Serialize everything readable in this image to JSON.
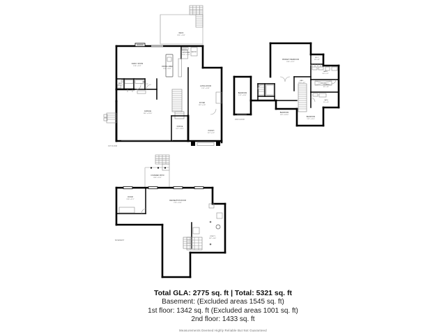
{
  "document": {
    "type": "real-estate-floor-plan-sheet",
    "background_color": "#ffffff",
    "line_color": "#000000"
  },
  "summary": {
    "total_line": "Total GLA: 2775 sq. ft  |  Total: 5321 sq. ft",
    "basement_line": "Basement: (Excluded areas 1545 sq. ft)",
    "first_floor_line": "1st floor: 1342 sq. ft (Excluded areas 1001 sq. ft)",
    "second_floor_line": "2nd floor: 1433 sq. ft",
    "disclaimer": "Measurements Deemed Highly Reliable But Not Guaranteed",
    "values": {
      "total_gla_sqft": 2775,
      "total_sqft": 5321,
      "basement_excluded_sqft": 1545,
      "first_floor_sqft": 1342,
      "first_floor_excluded_sqft": 1001,
      "second_floor_sqft": 1433
    }
  },
  "plans": {
    "first_floor": {
      "label": "1ST FLOOR",
      "rooms": [
        {
          "name": "DECK",
          "dim": "26'4\" x 14'6\""
        },
        {
          "name": "FAMILY ROOM",
          "dim": "19'8\" x 15'2\""
        },
        {
          "name": "DINING AREA",
          "dim": "15'0\" x 10'2\""
        },
        {
          "name": "KITCHEN",
          "dim": "15'4\" x 10'0\""
        },
        {
          "name": "PANTRY",
          "dim": ""
        },
        {
          "name": "LIVING ROOM",
          "dim": "13'1\" x 12'8\""
        },
        {
          "name": "HALL",
          "dim": "11'2\" x 10'10\""
        },
        {
          "name": "BATH",
          "dim": "6'5\" x 5'3\""
        },
        {
          "name": "GARAGE",
          "dim": "23'6\" x 22'10\""
        },
        {
          "name": "OFFICE",
          "dim": "12'1\" x 11'0\""
        },
        {
          "name": "FOYER",
          "dim": "13'9\" x 6'8\""
        },
        {
          "name": "PORCH",
          "dim": "21'2\" x 6'2\""
        }
      ]
    },
    "second_floor": {
      "label": "2ND FLOOR",
      "rooms": [
        {
          "name": "PRIMARY BEDROOM",
          "dim": "18'6\" x 15'1\""
        },
        {
          "name": "W.I.C.",
          "dim": "9'8\" x 6'2\""
        },
        {
          "name": "BATH",
          "dim": "13'0\" x 9'2\""
        },
        {
          "name": "HALL",
          "dim": "17'10\" x 4'0\""
        },
        {
          "name": "BEDROOM",
          "dim": "13'7\" x 12'0\""
        },
        {
          "name": "BEDROOM",
          "dim": "11'8\" x 10'10\""
        },
        {
          "name": "BEDROOM",
          "dim": "13'2\" x 11'6\""
        },
        {
          "name": "LAUNDRY",
          "dim": "8'6\" x 5'6\""
        },
        {
          "name": "BATH",
          "dim": "9'0\" x 5'0\""
        }
      ]
    },
    "basement": {
      "label": "BASEMENT",
      "rooms": [
        {
          "name": "COVERED PATIO",
          "dim": "26'0\" x 13'1\""
        },
        {
          "name": "ROOM",
          "dim": "13'8\" x 11'1\""
        },
        {
          "name": "RECREATION ROOM",
          "dim": "27'0\" x 19'6\""
        },
        {
          "name": "UTILITY",
          "dim": "16'2\" x 10'0\""
        }
      ]
    }
  }
}
